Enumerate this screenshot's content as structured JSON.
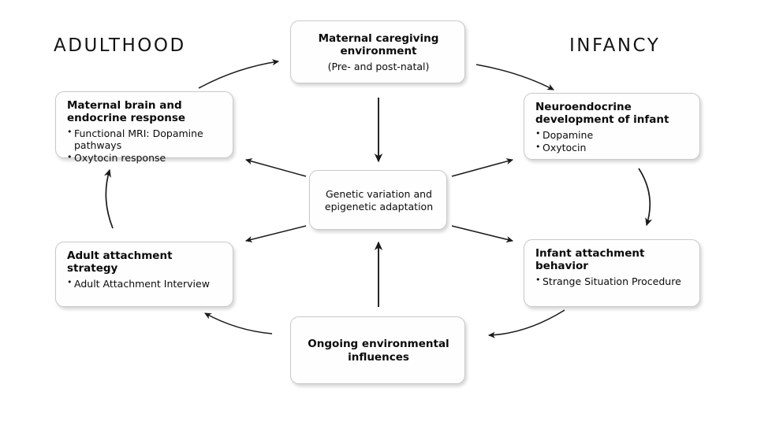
{
  "diagram": {
    "era_labels": {
      "left": "ADULTHOOD",
      "right": "INFANCY"
    },
    "nodes": {
      "maternal_caregiving": {
        "title": "Maternal caregiving environment",
        "subtitle": "(Pre- and post-natal)"
      },
      "neuroendocrine": {
        "title": "Neuroendocrine development of infant",
        "bullets": [
          "Dopamine",
          "Oxytocin"
        ]
      },
      "infant_attachment": {
        "title": "Infant attachment behavior",
        "bullets": [
          "Strange Situation Procedure"
        ]
      },
      "ongoing_environment": {
        "title": "Ongoing environmental influences"
      },
      "adult_attachment": {
        "title": "Adult attachment strategy",
        "bullets": [
          "Adult Attachment Interview"
        ]
      },
      "maternal_brain": {
        "title": "Maternal brain and endocrine response",
        "bullets": [
          "Functional MRI: Dopamine pathways",
          "Oxytocin response"
        ]
      },
      "genetic_variation": {
        "title": "Genetic variation and epigenetic adaptation"
      }
    },
    "colors": {
      "background": "#ffffff",
      "text": "#0b0b0b",
      "box_border": "#c9c9c9",
      "arrow": "#1a1a1a"
    },
    "arrows": [
      {
        "name": "maternal-brain-to-caregiving",
        "from": "maternal_brain",
        "to": "maternal_caregiving",
        "style": "curved"
      },
      {
        "name": "caregiving-to-neuroendocrine",
        "from": "maternal_caregiving",
        "to": "neuroendocrine",
        "style": "curved"
      },
      {
        "name": "neuroendocrine-to-infant-attachment",
        "from": "neuroendocrine",
        "to": "infant_attachment",
        "style": "curved"
      },
      {
        "name": "infant-attachment-to-ongoing",
        "from": "infant_attachment",
        "to": "ongoing_environment",
        "style": "curved"
      },
      {
        "name": "ongoing-to-adult-attachment",
        "from": "ongoing_environment",
        "to": "adult_attachment",
        "style": "curved"
      },
      {
        "name": "adult-attachment-to-maternal-brain",
        "from": "adult_attachment",
        "to": "maternal_brain",
        "style": "curved"
      },
      {
        "name": "caregiving-to-genetic",
        "from": "maternal_caregiving",
        "to": "genetic_variation",
        "style": "straight"
      },
      {
        "name": "ongoing-to-genetic",
        "from": "ongoing_environment",
        "to": "genetic_variation",
        "style": "straight"
      },
      {
        "name": "genetic-to-maternal-brain",
        "from": "genetic_variation",
        "to": "maternal_brain",
        "style": "straight"
      },
      {
        "name": "genetic-to-neuroendocrine",
        "from": "genetic_variation",
        "to": "neuroendocrine",
        "style": "straight"
      },
      {
        "name": "genetic-to-adult-attachment",
        "from": "genetic_variation",
        "to": "adult_attachment",
        "style": "straight"
      },
      {
        "name": "genetic-to-infant-attachment",
        "from": "genetic_variation",
        "to": "infant_attachment",
        "style": "straight"
      }
    ]
  }
}
